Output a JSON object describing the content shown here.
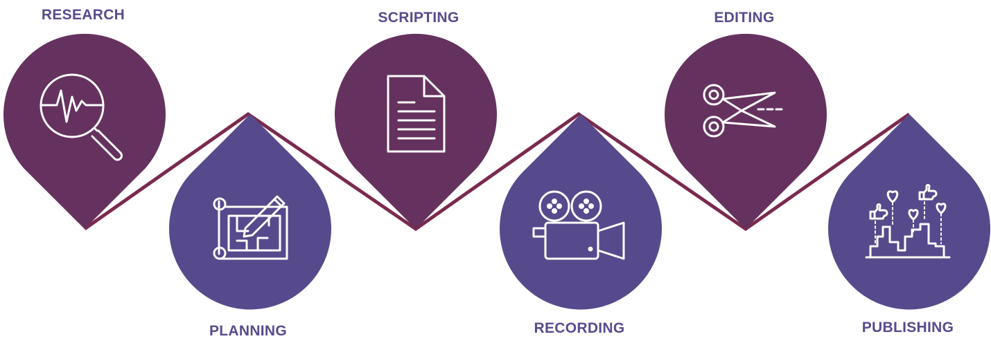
{
  "colors": {
    "upper_drop": "#65325f",
    "lower_drop": "#574a8c",
    "connector": "#7a2a4e",
    "label": "#5a4a8e",
    "icon": "#ffffff"
  },
  "steps": [
    {
      "label": "RESEARCH",
      "icon": "magnifier-heartbeat-icon",
      "position": "top"
    },
    {
      "label": "PLANNING",
      "icon": "blueprint-pencil-icon",
      "position": "bottom"
    },
    {
      "label": "SCRIPTING",
      "icon": "document-icon",
      "position": "top"
    },
    {
      "label": "RECORDING",
      "icon": "film-camera-icon",
      "position": "bottom"
    },
    {
      "label": "EDITING",
      "icon": "scissors-icon",
      "position": "top"
    },
    {
      "label": "PUBLISHING",
      "icon": "city-likes-icon",
      "position": "bottom"
    }
  ]
}
